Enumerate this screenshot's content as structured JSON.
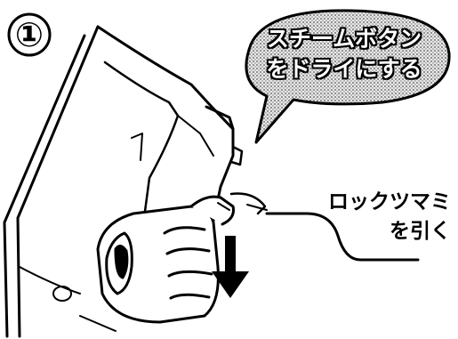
{
  "step": {
    "number": "①"
  },
  "bubble": {
    "line1": "スチームボタン",
    "line2": "をドライにする"
  },
  "callout": {
    "line1": "ロックツマミ",
    "line2": "を引く"
  },
  "icons": {
    "arrow": "down-arrow-icon",
    "hand": "hand-icon",
    "iron": "steam-iron-icon"
  },
  "colors": {
    "ink": "#000000",
    "paper": "#ffffff",
    "bubble_fill": "#bdbdbd"
  }
}
